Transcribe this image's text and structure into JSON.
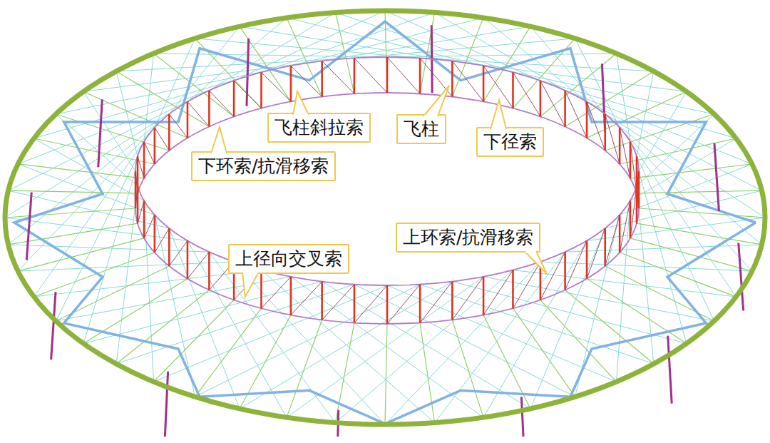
{
  "diagram": {
    "nodes": [
      {
        "text": [
          "飞柱斜拉索"
        ]
      },
      {
        "text": [
          "飞柱"
        ]
      },
      {
        "text": [
          "下径索"
        ]
      },
      {
        "text": [
          "下环索/抗滑移索"
        ]
      },
      {
        "text": [
          "上环索/抗滑移索"
        ]
      },
      {
        "text": [
          "上径向交叉索"
        ]
      }
    ]
  }
}
